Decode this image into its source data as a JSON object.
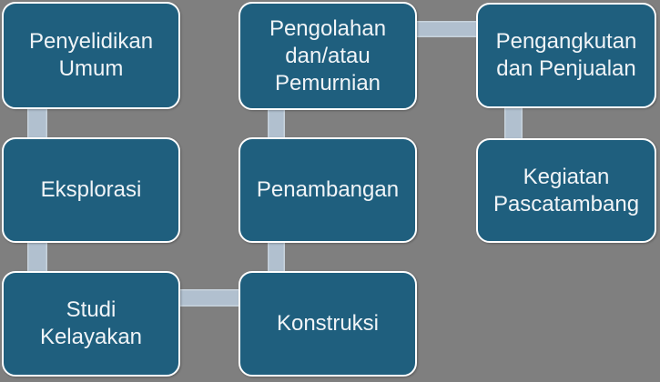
{
  "diagram": {
    "type": "process-flow",
    "nodes": [
      {
        "id": "penyelidikan-umum",
        "label": "Penyelidikan\nUmum"
      },
      {
        "id": "eksplorasi",
        "label": "Eksplorasi"
      },
      {
        "id": "studi-kelayakan",
        "label": "Studi\nKelayakan"
      },
      {
        "id": "konstruksi",
        "label": "Konstruksi"
      },
      {
        "id": "penambangan",
        "label": "Penambangan"
      },
      {
        "id": "pengolahan-pemurnian",
        "label": "Pengolahan\ndan/atau\nPemurnian"
      },
      {
        "id": "pengangkutan-penjualan",
        "label": "Pengangkutan\ndan Penjualan"
      },
      {
        "id": "kegiatan-pascatambang",
        "label": "Kegiatan\nPascatambang"
      }
    ],
    "connections": [
      {
        "from": "penyelidikan-umum",
        "to": "eksplorasi",
        "orientation": "vertical"
      },
      {
        "from": "eksplorasi",
        "to": "studi-kelayakan",
        "orientation": "vertical"
      },
      {
        "from": "studi-kelayakan",
        "to": "konstruksi",
        "orientation": "horizontal"
      },
      {
        "from": "konstruksi",
        "to": "penambangan",
        "orientation": "vertical"
      },
      {
        "from": "penambangan",
        "to": "pengolahan-pemurnian",
        "orientation": "vertical"
      },
      {
        "from": "pengolahan-pemurnian",
        "to": "pengangkutan-penjualan",
        "orientation": "horizontal"
      },
      {
        "from": "pengangkutan-penjualan",
        "to": "kegiatan-pascatambang",
        "orientation": "vertical"
      }
    ],
    "colors": {
      "background": "#7F7F7F",
      "node_fill": "#1F5F7E",
      "node_border": "#FFFFFF",
      "node_text": "#F0F4F7",
      "connector_fill": "#B1C0CF"
    }
  }
}
